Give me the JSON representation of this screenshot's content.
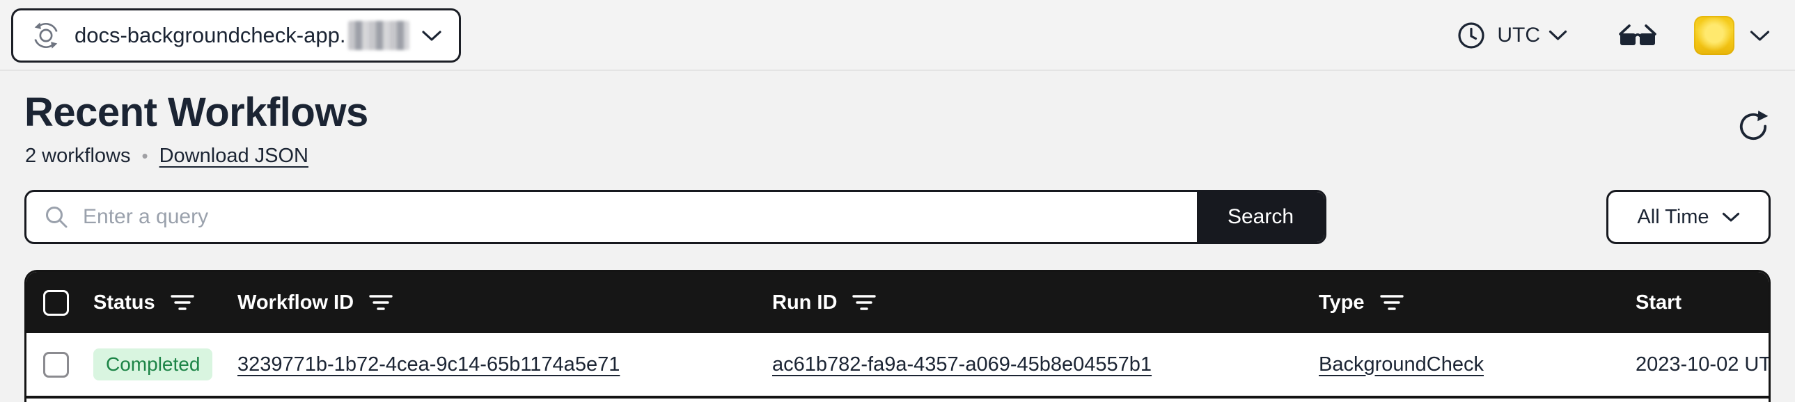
{
  "topbar": {
    "namespace_selector": {
      "label": "docs-backgroundcheck-app.",
      "suffix_redacted": true,
      "icon": "namespace-sync-icon"
    },
    "timezone": {
      "value": "UTC",
      "icon": "clock-icon"
    },
    "labs": {
      "icon": "glasses-icon"
    },
    "account": {
      "icon": "avatar-yellow-square"
    }
  },
  "page": {
    "title": "Recent Workflows",
    "workflow_count": "2 workflows",
    "bullet": "•",
    "download_json_label": "Download JSON"
  },
  "search": {
    "placeholder": "Enter a query",
    "button_label": "Search",
    "icon": "magnifier-icon"
  },
  "time_filter": {
    "value": "All Time"
  },
  "table": {
    "columns": {
      "status": "Status",
      "workflow_id": "Workflow ID",
      "run_id": "Run ID",
      "type": "Type",
      "start": "Start"
    },
    "rows": [
      {
        "status": "Completed",
        "workflow_id": "3239771b-1b72-4cea-9c14-65b1174a5e71",
        "run_id": "ac61b782-fa9a-4357-a069-45b8e04557b1",
        "type": "BackgroundCheck",
        "start": "2023-10-02 UT"
      }
    ]
  },
  "colors": {
    "page_bg": "#f2f2f2",
    "accent_dark": "#141414",
    "text_primary": "#1b2433",
    "status_completed_bg": "#d9f5e0",
    "status_completed_text": "#1c8446",
    "avatar_yellow": "#f2c417"
  }
}
